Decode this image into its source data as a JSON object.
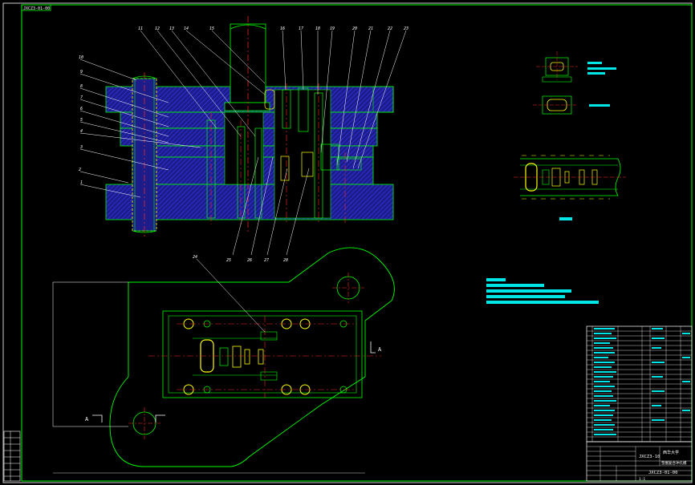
{
  "drawing": {
    "number_top": "JXCZ3-01-00",
    "title_block": {
      "school": "西华大学",
      "part_name": "垫圈复合冲孔模",
      "code": "JXCZ3-10",
      "drawing_no": "JXCZ3-01-00",
      "scale": "1:1"
    },
    "section_label": "A",
    "section_label_right": "A",
    "upper_callouts": [
      "11",
      "12",
      "13",
      "14",
      "15",
      "16",
      "17",
      "18",
      "19",
      "20",
      "21",
      "22",
      "23"
    ],
    "left_callouts": [
      "10",
      "9",
      "8",
      "7",
      "6",
      "5",
      "4",
      "3",
      "2",
      "1"
    ],
    "bottom_callouts": [
      "25",
      "26",
      "27",
      "28"
    ],
    "plan_callout": "24"
  },
  "colors": {
    "background": "#000000",
    "frame": "#00ff00",
    "hatch": "#3a3aff",
    "center": "#ff2a2a",
    "note": "#00e5e5",
    "dim": "#ffffff",
    "part": "#ffff00"
  }
}
